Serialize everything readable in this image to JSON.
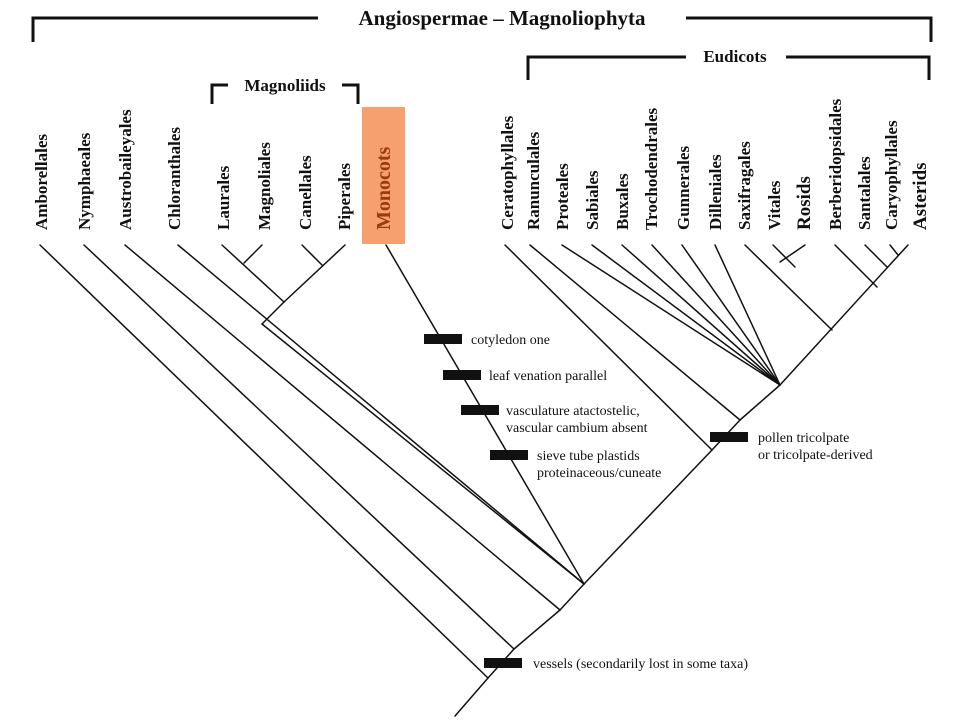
{
  "title": "Angiospermae – Magnoliophyta",
  "groups": {
    "magnoliids": "Magnoliids",
    "eudicots": "Eudicots"
  },
  "taxa": {
    "amborellales": "Amborellales",
    "nymphaeales": "Nymphaeales",
    "austrobaileyales": "Austrobaileyales",
    "chloranthales": "Chloranthales",
    "laurales": "Laurales",
    "magnoliales": "Magnoliales",
    "canellales": "Canellales",
    "piperales": "Piperales",
    "monocots": "Monocots",
    "ceratophyllales": "Ceratophyllales",
    "ranunculales": "Ranunculales",
    "proteales": "Proteales",
    "sabiales": "Sabiales",
    "buxales": "Buxales",
    "trochodendrales": "Trochodendrales",
    "gunnerales": "Gunnerales",
    "dilleniales": "Dilleniales",
    "saxifragales": "Saxifragales",
    "vitales": "Vitales",
    "rosids": "Rosids",
    "berberidopsidales": "Berberidopsidales",
    "santalales": "Santalales",
    "caryophyllales": "Caryophyllales",
    "asterids": "Asterids"
  },
  "characters": {
    "cotyledon": "cotyledon one",
    "leaf_venation": "leaf venation parallel",
    "vasculature_1": "vasculature atactostelic,",
    "vasculature_2": "vascular cambium absent",
    "sieve_1": "sieve tube plastids",
    "sieve_2": "proteinaceous/cuneate",
    "pollen_1": "pollen tricolpate",
    "pollen_2": "or tricolpate-derived",
    "vessels": "vessels (secondarily lost in some taxa)"
  },
  "colors": {
    "highlight_fill": "#f5a06e",
    "highlight_text": "#9a3a10",
    "lines": "#111111"
  }
}
